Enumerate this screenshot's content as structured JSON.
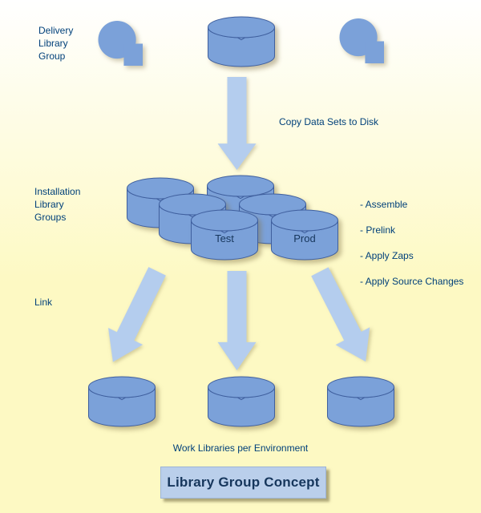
{
  "title": "Library Group Concept",
  "labels": {
    "delivery_group": "Delivery\nLibrary\nGroup",
    "copy_arrow": "Copy Data Sets to Disk",
    "installation_groups": "Installation\nLibrary\nGroups",
    "link": "Link",
    "work_libraries": "Work Libraries per Environment"
  },
  "stack_labels": {
    "test": "Test",
    "prod": "Prod"
  },
  "tasks": [
    "- Assemble",
    "- Prelink",
    "- Apply Zaps",
    "- Apply Source Changes"
  ],
  "icons": {
    "tape": "tape-reel-icon",
    "disk": "disk-cylinder-icon",
    "arrow": "down-arrow-icon"
  },
  "colors": {
    "bg_top": "#ffffff",
    "bg_bottom": "#fdf9c3",
    "cylinder_fill": "#7ba1d9",
    "cylinder_stroke": "#3f5f9e",
    "arrow_fill": "#b4cdee",
    "text": "#00407a",
    "title_box_bg": "#bacfeb",
    "title_text": "#16365c"
  }
}
